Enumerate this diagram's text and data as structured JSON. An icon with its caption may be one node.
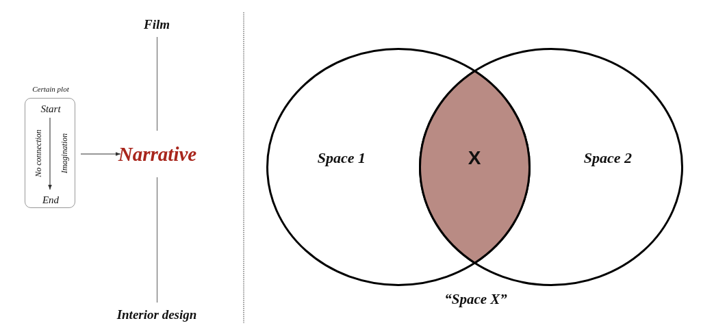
{
  "diagram": {
    "nodes": [
      {
        "text": [
          "Certain plot",
          "No connection",
          "Imagination"
        ]
      },
      {
        "text": [
          "Start"
        ],
        "in": 0
      },
      {
        "text": [
          "End"
        ],
        "in": 0
      },
      {
        "text": [
          "Narrative"
        ]
      },
      {
        "text": [
          "Film"
        ]
      },
      {
        "text": [
          "Interior design"
        ]
      },
      {
        "text": [
          "Space 1"
        ]
      },
      {
        "text": [
          "Space 2"
        ]
      },
      {
        "text": [
          "X"
        ]
      }
    ],
    "edges": [
      {
        "from": 1,
        "to": 2,
        "arrow": "to"
      },
      {
        "from": 0,
        "to": 3,
        "arrow": "to"
      },
      {
        "from": 4,
        "to": 3,
        "arrow": "none"
      },
      {
        "from": 3,
        "to": 5,
        "arrow": "none"
      }
    ],
    "labels": [
      "“Space X”"
    ]
  }
}
